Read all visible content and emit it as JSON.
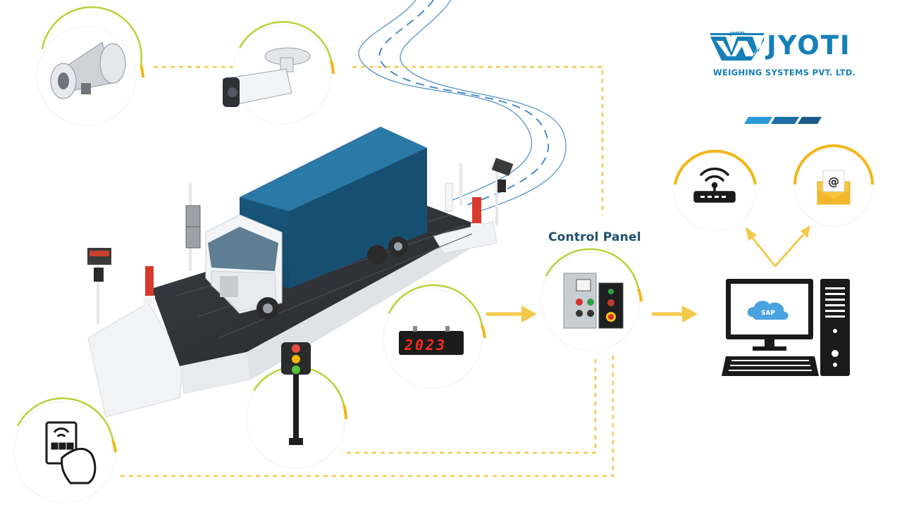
{
  "labels": {
    "control_panel": "Control Panel"
  },
  "logo": {
    "mini_text": "JYOTI",
    "name": "JYOTI",
    "subtitle": "WEIGHING SYSTEMS PVT. LTD."
  },
  "display": {
    "digits": "2023"
  },
  "computer": {
    "software": "SAP"
  },
  "icons": {
    "hooter": "loudspeaker-icon",
    "camera": "cctv-camera-icon",
    "router": "wifi-router-icon",
    "email": "email-icon",
    "led_display": "led-display-icon",
    "control_panel": "control-panel-icon",
    "traffic_light": "traffic-light-icon",
    "rfid": "rfid-card-icon",
    "computer": "computer-icon",
    "truck": "truck-icon"
  },
  "colors": {
    "accent_green": "#b9d23a",
    "accent_yellow": "#f0b716",
    "connector": "#f3c94b",
    "brand_blue": "#1580b8",
    "label_blue": "#1f4e6b"
  }
}
